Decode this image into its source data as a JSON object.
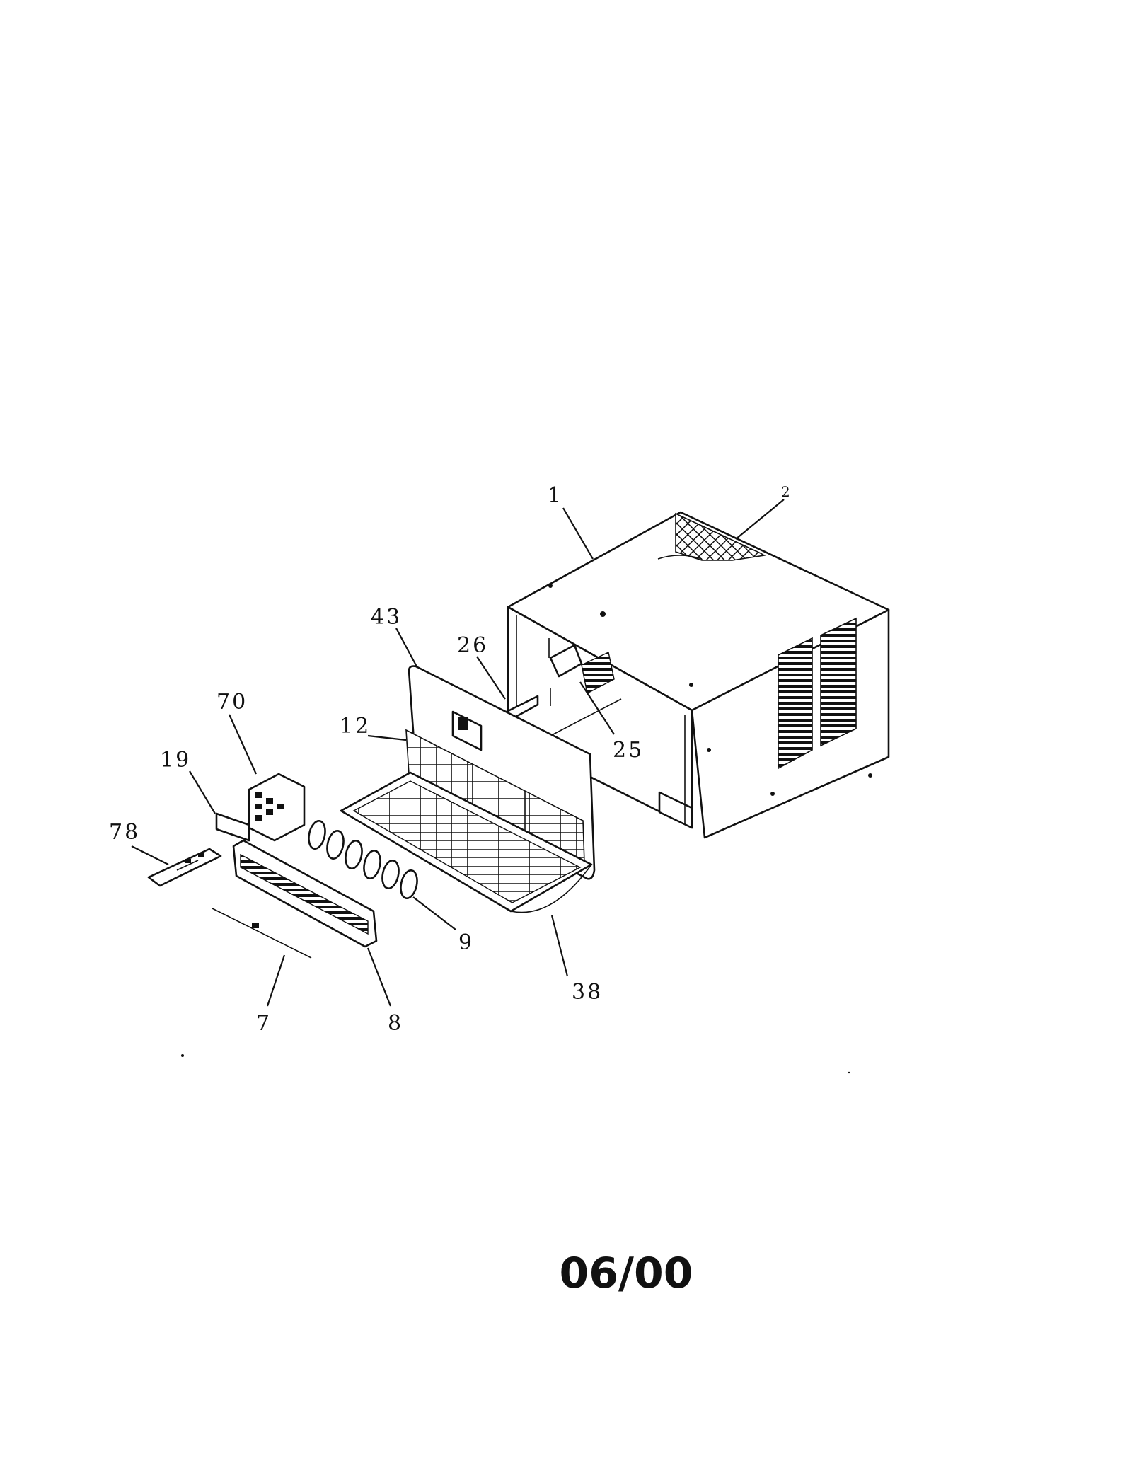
{
  "callouts": [
    {
      "id": "p1",
      "label": "1"
    },
    {
      "id": "p2",
      "label": "2"
    },
    {
      "id": "p43",
      "label": "43"
    },
    {
      "id": "p26",
      "label": "26"
    },
    {
      "id": "p25",
      "label": "25"
    },
    {
      "id": "p70",
      "label": "70"
    },
    {
      "id": "p12",
      "label": "12"
    },
    {
      "id": "p19",
      "label": "19"
    },
    {
      "id": "p78",
      "label": "78"
    },
    {
      "id": "p9",
      "label": "9"
    },
    {
      "id": "p38",
      "label": "38"
    },
    {
      "id": "p7",
      "label": "7"
    },
    {
      "id": "p8",
      "label": "8"
    }
  ],
  "footer": {
    "date_code": "06/00"
  }
}
